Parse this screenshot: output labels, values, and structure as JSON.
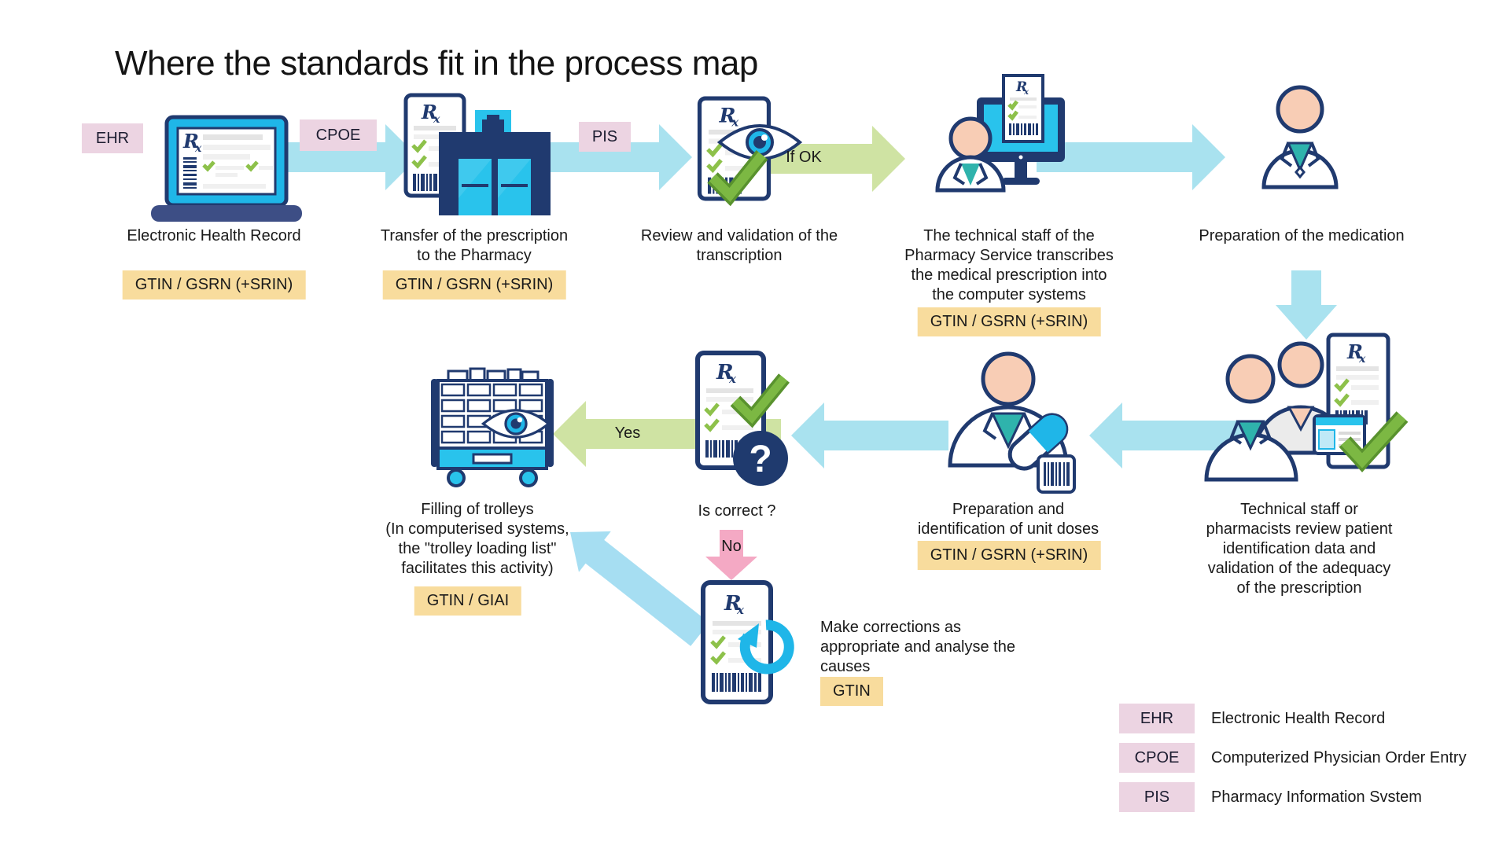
{
  "title": "Where the standards fit in the process map",
  "steps": {
    "ehr": {
      "tag": "EHR",
      "caption": "Electronic Health Record",
      "badge": "GTIN / GSRN (+SRIN)"
    },
    "transfer": {
      "tag": "CPOE",
      "caption": "Transfer of the prescription\nto the Pharmacy",
      "badge": "GTIN / GSRN (+SRIN)"
    },
    "review": {
      "tag": "PIS",
      "caption": "Review and validation of the\ntranscription"
    },
    "transcribe": {
      "caption": "The technical staff of the\nPharmacy Service transcribes\nthe medical prescription into\nthe computer systems",
      "badge": "GTIN / GSRN (+SRIN)"
    },
    "prepare_medication": {
      "caption": "Preparation of the medication"
    },
    "review_identification": {
      "caption": "Technical staff or\npharmacists review patient\nidentification data and\nvalidation of the adequacy\nof the prescription"
    },
    "unit_doses": {
      "caption": "Preparation and\nidentification of unit doses",
      "badge": "GTIN / GSRN (+SRIN)"
    },
    "is_correct": {
      "caption": "Is correct ?"
    },
    "fill_trolleys": {
      "caption": "Filling of trolleys\n(In computerised systems,\nthe \"trolley loading list\"\nfacilitates this activity)",
      "badge": "GTIN / GIAI"
    },
    "corrections": {
      "caption": "Make corrections as\nappropriate and analyse the\ncauses",
      "badge": "GTIN"
    }
  },
  "arrows": {
    "if_ok": "If OK",
    "yes": "Yes",
    "no": "No"
  },
  "legend": {
    "items": [
      {
        "abbr": "EHR",
        "label": "Electronic Health Record"
      },
      {
        "abbr": "CPOE",
        "label": "Computerized Physician Order Entry"
      },
      {
        "abbr": "PIS",
        "label": "Pharmacy Information Svstem"
      }
    ]
  },
  "colors": {
    "navy": "#203A6F",
    "cyan": "#1FB6E8",
    "cyan_dark": "#29C3EC",
    "arrow_cyan": "#A9E2EF",
    "arrow_green": "#CFE3A3",
    "arrow_pink": "#F4A9C4",
    "badge_yellow": "#F8DC9D",
    "badge_pink": "#ECD4E2",
    "check_green": "#7CB843",
    "skin": "#F8CDB5",
    "teal": "#2FB3AC"
  }
}
